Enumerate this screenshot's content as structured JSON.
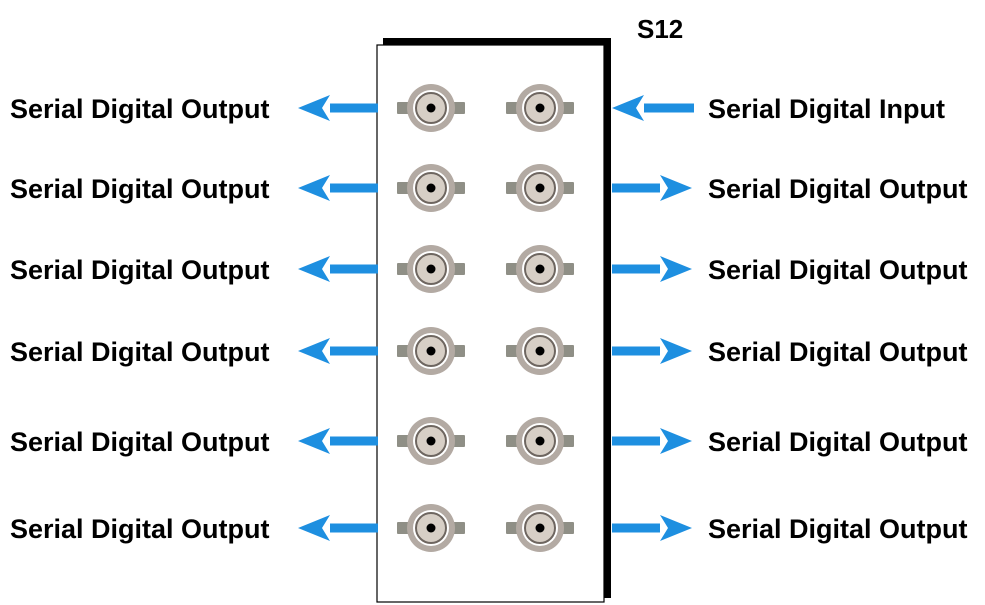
{
  "panel": {
    "title": "S12"
  },
  "colors": {
    "arrow": "#1e8fe0",
    "panel_face": "#ffffff",
    "panel_shadow": "#000000",
    "connector_body": "#b3aaa3",
    "connector_inner": "#d7cfc6",
    "connector_pin": "#000000",
    "connector_tab": "#8f8f86"
  },
  "rows": [
    {
      "left": {
        "label": "Serial Digital Output",
        "direction": "out"
      },
      "right": {
        "label": "Serial Digital Input",
        "direction": "in"
      }
    },
    {
      "left": {
        "label": "Serial Digital Output",
        "direction": "out"
      },
      "right": {
        "label": "Serial Digital Output",
        "direction": "out"
      }
    },
    {
      "left": {
        "label": "Serial Digital Output",
        "direction": "out"
      },
      "right": {
        "label": "Serial Digital Output",
        "direction": "out"
      }
    },
    {
      "left": {
        "label": "Serial Digital Output",
        "direction": "out"
      },
      "right": {
        "label": "Serial Digital Output",
        "direction": "out"
      }
    },
    {
      "left": {
        "label": "Serial Digital Output",
        "direction": "out"
      },
      "right": {
        "label": "Serial Digital Output",
        "direction": "out"
      }
    },
    {
      "left": {
        "label": "Serial Digital Output",
        "direction": "out"
      },
      "right": {
        "label": "Serial Digital Output",
        "direction": "out"
      }
    }
  ]
}
